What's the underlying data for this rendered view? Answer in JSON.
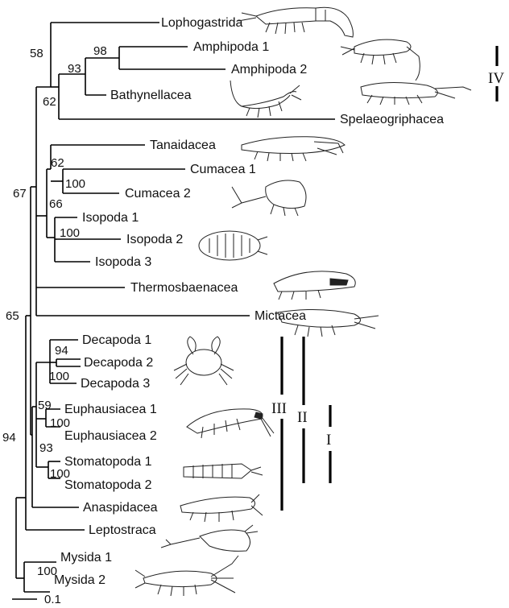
{
  "taxa": {
    "lophogastrida": "Lophogastrida",
    "amphipoda_1": "Amphipoda 1",
    "amphipoda_2": "Amphipoda 2",
    "bathynellacea": "Bathynellacea",
    "spelaeogriphacea": "Spelaeogriphacea",
    "tanaidacea": "Tanaidacea",
    "cumacea_1": "Cumacea 1",
    "cumacea_2": "Cumacea 2",
    "isopoda_1": "Isopoda 1",
    "isopoda_2": "Isopoda 2",
    "isopoda_3": "Isopoda 3",
    "thermosbaenacea": "Thermosbaenacea",
    "mictacea": "Mictacea",
    "decapoda_1": "Decapoda 1",
    "decapoda_2": "Decapoda 2",
    "decapoda_3": "Decapoda 3",
    "euphausiacea_1": "Euphausiacea 1",
    "euphausiacea_2": "Euphausiacea 2",
    "stomatopoda_1": "Stomatopoda 1",
    "stomatopoda_2": "Stomatopoda 2",
    "anaspidacea": "Anaspidacea",
    "leptostraca": "Leptostraca",
    "mysida_1": "Mysida 1",
    "mysida_2": "Mysida 2"
  },
  "support": {
    "peracarida_crown": "58",
    "amphipoda_bathynellacea": "93",
    "amphipoda": "98",
    "spelaeogriphacea_group": "62",
    "tanaidacea_cumacea": "62",
    "cumacea": "100",
    "tanaid_cuma_isopod": "66",
    "isopoda": "100",
    "peracarida_stem": "67",
    "eucarida_group": "65",
    "decapoda_23": "94",
    "decapoda": "100",
    "euphausiacea_group": "59",
    "euphausiacea": "100",
    "stomatopoda_group": "93",
    "stomatopoda": "100",
    "malacostraca": "94",
    "mysida": "100"
  },
  "clades": {
    "I": "I",
    "II": "II",
    "III": "III",
    "IV": "IV"
  },
  "scale_bar": "0.1"
}
